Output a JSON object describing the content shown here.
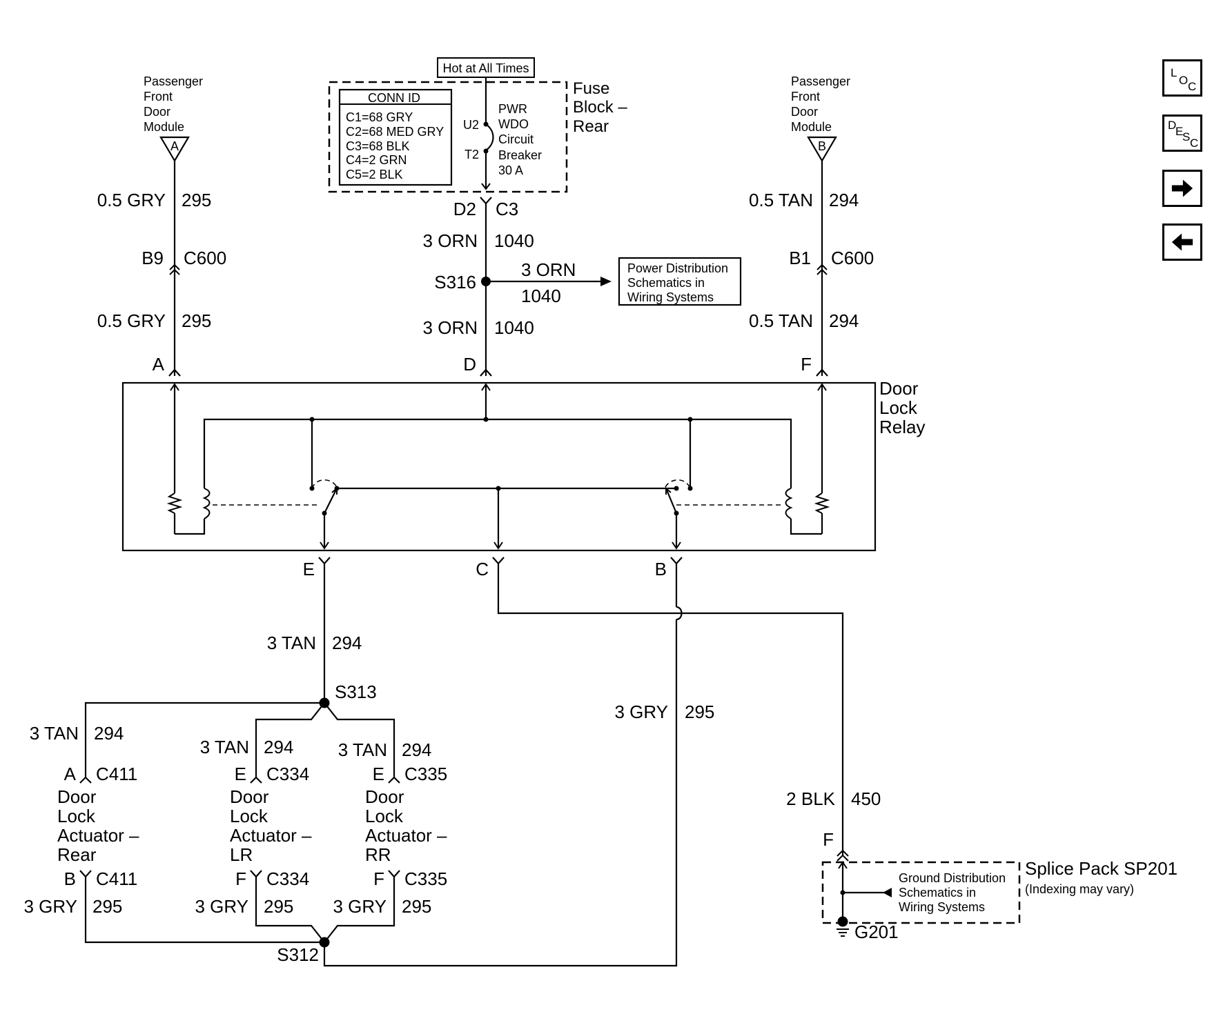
{
  "top_label": "Hot at All Times",
  "fuse_block": {
    "title_line1": "Fuse",
    "title_line2": "Block –",
    "title_line3": "Rear",
    "conn_id_title": "CONN ID",
    "conn_ids": [
      "C1=68 GRY",
      "C2=68 MED GRY",
      "C3=68 BLK",
      "C4=2 GRN",
      "C5=2 BLK"
    ],
    "pin_in": "U2",
    "pin_out": "T2",
    "breaker_lines": [
      "PWR",
      "WDO",
      "Circuit",
      "Breaker",
      "30 A"
    ],
    "out_pin": "D2",
    "out_conn": "C3"
  },
  "left_module": {
    "lines": [
      "Passenger",
      "Front",
      "Door",
      "Module"
    ],
    "connector": "A",
    "wire_top_color": "0.5 GRY",
    "wire_top_circuit": "295",
    "inline_pin": "B9",
    "inline_conn": "C600",
    "wire_bot_color": "0.5 GRY",
    "wire_bot_circuit": "295",
    "relay_pin": "A"
  },
  "right_module": {
    "lines": [
      "Passenger",
      "Front",
      "Door",
      "Module"
    ],
    "connector": "B",
    "wire_top_color": "0.5 TAN",
    "wire_top_circuit": "294",
    "inline_pin": "B1",
    "inline_conn": "C600",
    "wire_bot_color": "0.5 TAN",
    "wire_bot_circuit": "294",
    "relay_pin": "F"
  },
  "feed": {
    "wire1_color": "3 ORN",
    "wire1_circuit": "1040",
    "splice": "S316",
    "branch_color": "3 ORN",
    "branch_circuit": "1040",
    "wire2_color": "3 ORN",
    "wire2_circuit": "1040",
    "relay_pin": "D"
  },
  "power_ref": [
    "Power Distribution",
    "Schematics in",
    "Wiring Systems"
  ],
  "relay": {
    "title_lines": [
      "Door",
      "Lock",
      "Relay"
    ],
    "pin_e": "E",
    "pin_c": "C",
    "pin_b": "B"
  },
  "tan_bus": {
    "main_color": "3 TAN",
    "main_circuit": "294",
    "splice": "S313",
    "rear_color": "3 TAN",
    "rear_circuit": "294",
    "lr_color": "3 TAN",
    "lr_circuit": "294",
    "rr_color": "3 TAN",
    "rr_circuit": "294"
  },
  "actuators": [
    {
      "top_pin": "A",
      "top_conn": "C411",
      "lines": [
        "Door",
        "Lock",
        "Actuator –",
        "Rear"
      ],
      "bot_pin": "B",
      "bot_conn": "C411",
      "wire_color": "3 GRY",
      "wire_circuit": "295"
    },
    {
      "top_pin": "E",
      "top_conn": "C334",
      "lines": [
        "Door",
        "Lock",
        "Actuator –",
        "LR"
      ],
      "bot_pin": "F",
      "bot_conn": "C334",
      "wire_color": "3 GRY",
      "wire_circuit": "295"
    },
    {
      "top_pin": "E",
      "top_conn": "C335",
      "lines": [
        "Door",
        "Lock",
        "Actuator –",
        "RR"
      ],
      "bot_pin": "F",
      "bot_conn": "C335",
      "wire_color": "3 GRY",
      "wire_circuit": "295"
    }
  ],
  "gry_return": {
    "color": "3 GRY",
    "circuit": "295",
    "splice": "S312"
  },
  "ground": {
    "wire_color": "2 BLK",
    "wire_circuit": "450",
    "pin": "F",
    "pack_label": "Splice Pack SP201",
    "pack_note": "(Indexing may vary)",
    "ref_lines": [
      "Ground Distribution",
      "Schematics in",
      "Wiring Systems"
    ],
    "ground_id": "G201"
  },
  "nav": {
    "loc": {
      "l": "L",
      "o": "O",
      "c": "C"
    },
    "desc": {
      "d": "D",
      "e": "E",
      "s": "S",
      "c": "C"
    },
    "next_icon": "right-arrow-icon",
    "prev_icon": "left-arrow-icon"
  }
}
